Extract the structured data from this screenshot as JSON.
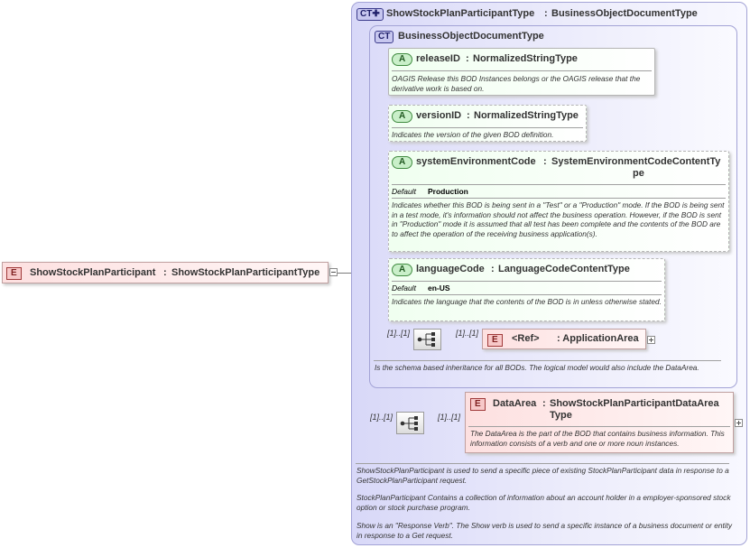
{
  "root_element": {
    "badge": "E",
    "name": "ShowStockPlanParticipant",
    "type": "ShowStockPlanParticipantType"
  },
  "outer_type": {
    "badge": "CT",
    "name": "ShowStockPlanParticipantType",
    "base": "BusinessObjectDocumentType"
  },
  "inner_type": {
    "badge": "CT",
    "name": "BusinessObjectDocumentType",
    "doc": "Is the schema based inheritance for all BODs. The logical model would also include the DataArea."
  },
  "attributes": [
    {
      "badge": "A",
      "name": "releaseID",
      "type": "NormalizedStringType",
      "default_label": "",
      "default_value": "",
      "doc": "OAGIS Release this BOD Instances belongs or the OAGIS release that the derivative work is based on."
    },
    {
      "badge": "A",
      "name": "versionID",
      "type": "NormalizedStringType",
      "default_label": "",
      "default_value": "",
      "doc": "Indicates the version of the given BOD definition."
    },
    {
      "badge": "A",
      "name": "systemEnvironmentCode",
      "type_line1": "SystemEnvironmentCodeContentTy",
      "type_line2": "pe",
      "default_label": "Default",
      "default_value": "Production",
      "doc": "Indicates whether this BOD is being sent in a \"Test\" or a \"Production\" mode. If the BOD is being sent in a test mode, it's information should not affect the business operation. However, if the BOD is sent in \"Production\" mode it is assumed that all test has been complete and the contents of the BOD are to affect the operation of the receiving business application(s)."
    },
    {
      "badge": "A",
      "name": "languageCode",
      "type": "LanguageCodeContentType",
      "default_label": "Default",
      "default_value": "en-US",
      "doc": "Indicates the language that the contents of the BOD is in unless otherwise stated."
    }
  ],
  "application_area": {
    "occ_seq": "[1]..[1]",
    "occ_elem": "[1]..[1]",
    "badge": "E",
    "ref": "<Ref>",
    "name": ": ApplicationArea"
  },
  "data_area": {
    "occ_seq": "[1]..[1]",
    "occ_elem": "[1]..[1]",
    "badge": "E",
    "name": "DataArea",
    "type_line1": "ShowStockPlanParticipantDataArea",
    "type_line2": "Type",
    "doc": "The DataArea is the part of the BOD that contains business information. This information consists of a verb and one or more noun instances."
  },
  "footer_doc": {
    "p1": "ShowStockPlanParticipant is used to send a specific piece of existing StockPlanParticipant data in response to a GetStockPlanParticipant request.",
    "p2": "StockPlanParticipant  Contains a collection of information about an account holder in a employer-sponsored stock option or stock purchase program.",
    "p3": "Show is an \"Response Verb\". The Show verb is used to send a specific instance of a business document or entity in response to a Get request."
  },
  "colors": {
    "complex_type_bg": "#e6e6fa",
    "attribute_bg": "#f0fff0",
    "element_bg": "#fde0e0",
    "border": "#a3a3d6"
  }
}
